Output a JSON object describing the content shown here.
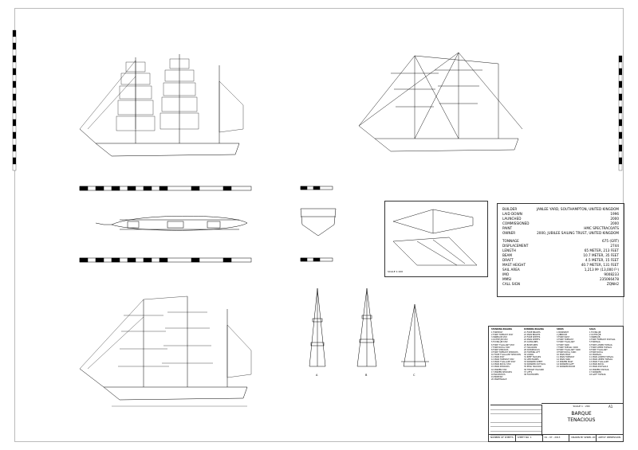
{
  "ship_particulars": {
    "builder": {
      "label": "BUILDER",
      "value": "JANLEE YARD, SOUTHAMPTON, UNITED KINGDOM"
    },
    "laid_down": {
      "label": "LAID DOWN",
      "value": "1996"
    },
    "launched": {
      "label": "LAUNCHED",
      "value": "2000"
    },
    "commissioned": {
      "label": "COMMISSIONED",
      "value": "2000"
    },
    "paint": {
      "label": "PAINT",
      "value": "HMC SPECTRACOATS"
    },
    "owner": {
      "label": "OWNER",
      "value": "2000, JUBILEE SAILING TRUST, UNITED KINGDOM"
    },
    "tonnage": {
      "label": "TONNAGE",
      "value": "675 (GRT)"
    },
    "displacement": {
      "label": "DISPLACEMENT",
      "value": "2744"
    },
    "length": {
      "label": "LENGTH",
      "value": "65 METER, 213 FEET"
    },
    "beam": {
      "label": "BEAM",
      "value": "10.7 METER, 35 FEET"
    },
    "draft": {
      "label": "DRAFT",
      "value": "4.5 METER, 15 FEET"
    },
    "mast_height": {
      "label": "MAST HEIGHT",
      "value": "40.7 METER, 131 FEET"
    },
    "sail_area": {
      "label": "SAIL AREA",
      "value": "1,213 M² (13,000 F²)"
    },
    "imo": {
      "label": "IMO",
      "value": "9008233"
    },
    "mmsi": {
      "label": "MMSI",
      "value": "235066478"
    },
    "call_sign": {
      "label": "CALL SIGN",
      "value": "ZQNH2"
    }
  },
  "title_block": {
    "scale": "SCALE 1 : 200",
    "sheet": "A1",
    "name_line1": "BARQUE",
    "name_line2": "TENACIOUS",
    "footer": [
      "NUMBER OF SHEETS",
      "SHEET NO. 1",
      "01 - 07 - 2013",
      "DRAWN BY SPRIEL 2013",
      "ARTIST IMPRESSION"
    ]
  },
  "legend": {
    "columns": [
      {
        "heading": "STANDING RIGGING",
        "items": [
          "1 FORESTAY",
          "2 FORE TOPMAST STAY",
          "3 INNER JIB STAY",
          "4 OUTER JIB STAY",
          "5 FLYING JIB STAY",
          "6 FORE T'GALLANT STAY",
          "7 FORE ROYAL STAY",
          "8 FORE SHROUDS",
          "9 FORE TOPMAST SHROUDS",
          "10 FORE T'GALLANT SHROUDS",
          "11 MAIN STAY",
          "12 MAIN TOPMAST STAY",
          "13 MAIN T'GALLANT STAY",
          "14 MAIN ROYAL STAY",
          "15 MAIN SHROUDS",
          "16 MIZZEN STAY",
          "17 MIZZEN SHROUDS",
          "18 BACKSTAYS",
          "19 BOBSTAY",
          "20 MARTINGALE"
        ]
      },
      {
        "heading": "RUNNING RIGGING",
        "items": [
          "21 FORE BRACES",
          "22 MAIN BRACES",
          "23 FORE SHEETS",
          "24 MAIN SHEETS",
          "25 CLEWLINES",
          "26 BUNTLINES",
          "27 HALYARDS",
          "28 DOWNHAULS",
          "29 TOPPING LIFT",
          "30 VANGS",
          "31 REEF TACKLES",
          "32 LEECHLINES",
          "33 SPANKER SHEET",
          "34 SPANKER OUTHAUL",
          "35 PEAK HALYARD",
          "36 THROAT HALYARD",
          "37 LIFTS",
          "38 FOOTROPES"
        ]
      },
      {
        "heading": "SPARS",
        "items": [
          "1 BOWSPRIT",
          "2 JIBBOOM",
          "3 FORE MAST",
          "4 FORE TOPMAST",
          "5 FORE T'GALLANT",
          "6 FORE YARD",
          "7 FORE TOPSAIL YARD",
          "8 FORE T'GALLANT YARD",
          "9 FORE ROYAL YARD",
          "10 MAIN MAST",
          "11 MAIN TOPMAST",
          "12 MAIN YARD",
          "13 MIZZEN MAST",
          "14 SPANKER GAFF",
          "15 SPANKER BOOM"
        ]
      },
      {
        "heading": "SAILS",
        "items": [
          "1 FLYING JIB",
          "2 OUTER JIB",
          "3 INNER JIB",
          "4 FORE TOPMAST STAYSAIL",
          "5 FORESAIL",
          "6 FORE LOWER TOPSAIL",
          "7 FORE UPPER TOPSAIL",
          "8 FORE T'GALLANT",
          "9 FORE ROYAL",
          "10 MAINSAIL",
          "11 MAIN LOWER TOPSAIL",
          "12 MAIN UPPER TOPSAIL",
          "13 MAIN T'GALLANT",
          "14 MAIN ROYAL",
          "15 MAIN STAYSAILS",
          "16 MIZZEN STAYSAIL",
          "17 SPANKER",
          "18 GAFF TOPSAIL"
        ]
      }
    ]
  },
  "drawing_labels": {
    "section_scale": "SCALE 1:100",
    "mast_labels": [
      "A",
      "B",
      "C"
    ]
  }
}
